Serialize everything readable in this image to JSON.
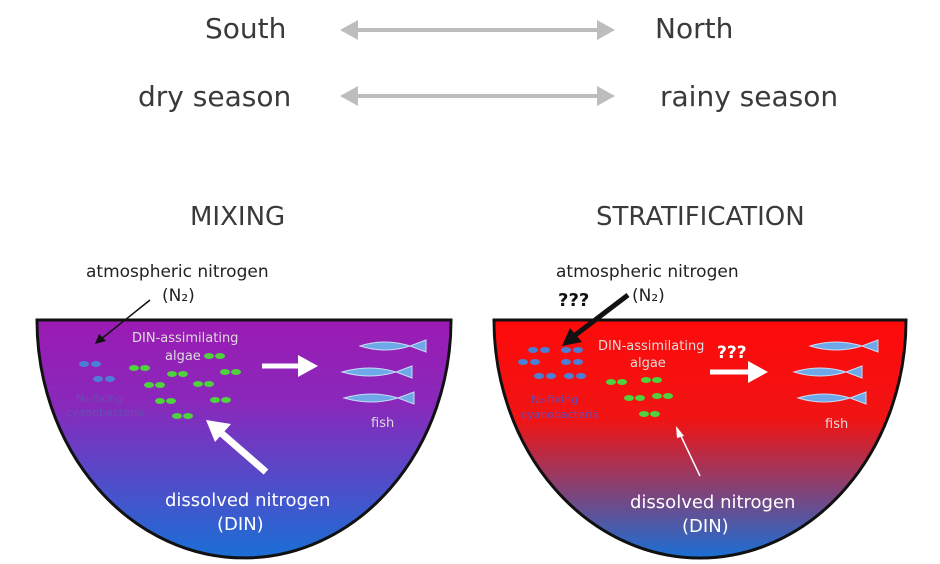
{
  "top": {
    "row1": {
      "left": "South",
      "right": "North"
    },
    "row2": {
      "left": "dry season",
      "right": "rainy season"
    }
  },
  "panels": {
    "mixing": {
      "heading": "MIXING",
      "atmospheric_label": "atmospheric nitrogen",
      "n2_label": "(N₂)",
      "algae_label_1": "DIN-assimilating",
      "algae_label_2": "algae",
      "fixers_label_1": "N₂-fixing",
      "fixers_label_2": "cyanobacteria",
      "fish_label": "fish",
      "din_label_1": "dissolved nitrogen",
      "din_label_2": "(DIN)",
      "color_top": "#9b1bb3",
      "color_bottom": "#1a6fd6"
    },
    "stratification": {
      "heading": "STRATIFICATION",
      "atmospheric_label": "atmospheric nitrogen",
      "n2_label": "(N₂)",
      "question_marks": "???",
      "algae_label_1": "DIN-assimilating",
      "algae_label_2": "algae",
      "fixers_label_1": "N₂-fixing",
      "fixers_label_2": "cyanobacteria",
      "fish_question": "???",
      "fish_label": "fish",
      "din_label_1": "dissolved nitrogen",
      "din_label_2": "(DIN)",
      "color_top": "#ff0a0a",
      "color_bottom": "#1a6fd6"
    }
  },
  "colors": {
    "algae": "#4ed23e",
    "cyanobacteria": "#4b7fd6",
    "fish": "#6ea8e8",
    "arrow_gray": "#bdbdbd"
  }
}
